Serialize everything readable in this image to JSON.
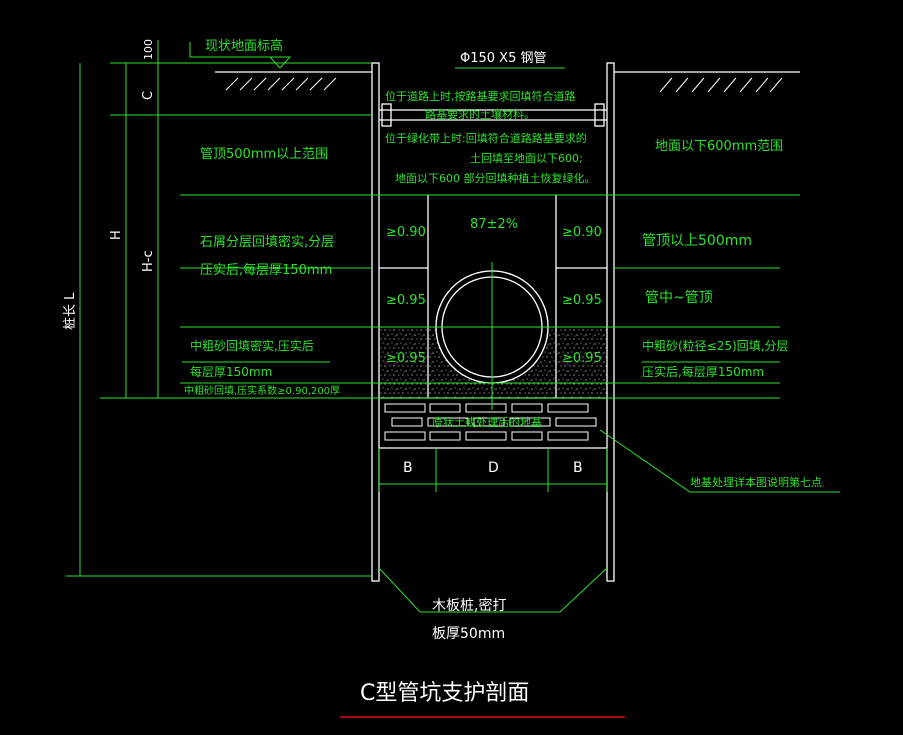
{
  "colors": {
    "background": "#000000",
    "structure": "#ffffff",
    "annotation": "#2fe02f",
    "title_underline": "#e01010"
  },
  "labels": {
    "ground_level": "现状地面标高",
    "steel_pipe": "Φ150 X5 钢管",
    "road_note_1": "位于道路上时,按路基要求回填符合道路",
    "road_note_2": "路基要求的土壤材料。",
    "green_note_1": "位于绿化带上时:回填符合道路路基要求的",
    "green_note_2": "土回填至地面以下600;",
    "green_note_3": "地面以下600 部分回填种植土恢复绿化。",
    "above_pipe_500_left": "管顶500mm以上范围",
    "below_ground_600_right": "地面以下600mm范围",
    "compact_87": "87±2%",
    "compact_090_left": "≥0.90",
    "compact_090_right": "≥0.90",
    "compact_095_left_1": "≥0.95",
    "compact_095_right_1": "≥0.95",
    "compact_095_left_2": "≥0.95",
    "compact_095_right_2": "≥0.95",
    "gravel_fill_1": "石屑分层回填密实,分层",
    "gravel_fill_2": "压实后,每层厚150mm",
    "above_pipe_500_right": "管顶以上500mm",
    "pipe_mid_to_top": "管中~管顶",
    "sand_fill_left_1": "中粗砂回填密实,压实后",
    "sand_fill_left_2": "每层厚150mm",
    "sand_bed": "中粗砂回填,压实系数≥0.90,200厚",
    "sand_fill_right_1": "中粗砂(粒径≤25)回填,分层",
    "sand_fill_right_2": "压实后,每层厚150mm",
    "foundation_rows": "原状土或处理后的地基",
    "foundation_note": "地基处理详本图说明第七点",
    "dim_100": "100",
    "dim_c": "C",
    "dim_h": "H",
    "dim_h_minus_c": "H-c",
    "pile_length": "桩长 L",
    "dim_b_left": "B",
    "dim_d": "D",
    "dim_b_right": "B",
    "sheet_pile_1": "木板桩,密打",
    "sheet_pile_2": "板厚50mm",
    "title": "C型管坑支护剖面"
  }
}
